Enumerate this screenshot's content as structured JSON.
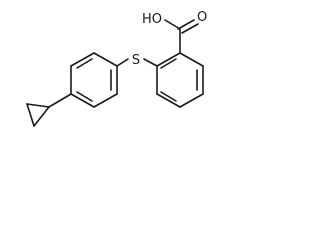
{
  "molecule": {
    "atoms": {
      "hydroxyl": "HO",
      "carbonyl_oxygen": "O",
      "sulfur": "S"
    }
  }
}
